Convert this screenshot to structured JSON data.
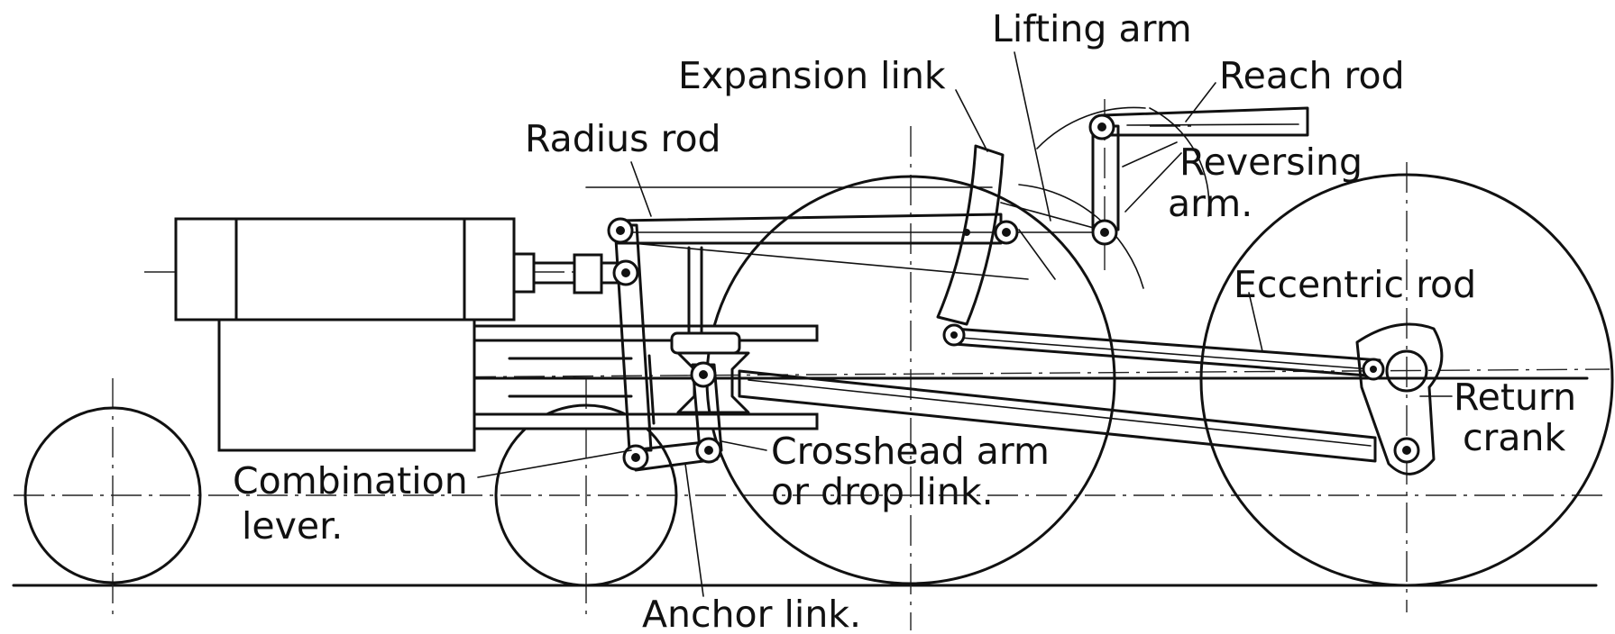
{
  "labels": {
    "lifting_arm": "Lifting arm",
    "expansion_link": "Expansion link",
    "reach_rod": "Reach rod",
    "radius_rod": "Radius rod",
    "reversing_arm_1": "Reversing",
    "reversing_arm_2": "arm.",
    "eccentric_rod": "Eccentric rod",
    "return_crank_1": "Return",
    "return_crank_2": "crank",
    "crosshead_arm_1": "Crosshead arm",
    "crosshead_arm_2": "or drop link.",
    "combination_lever_1": "Combination",
    "combination_lever_2": "lever.",
    "anchor_link": "Anchor link."
  }
}
